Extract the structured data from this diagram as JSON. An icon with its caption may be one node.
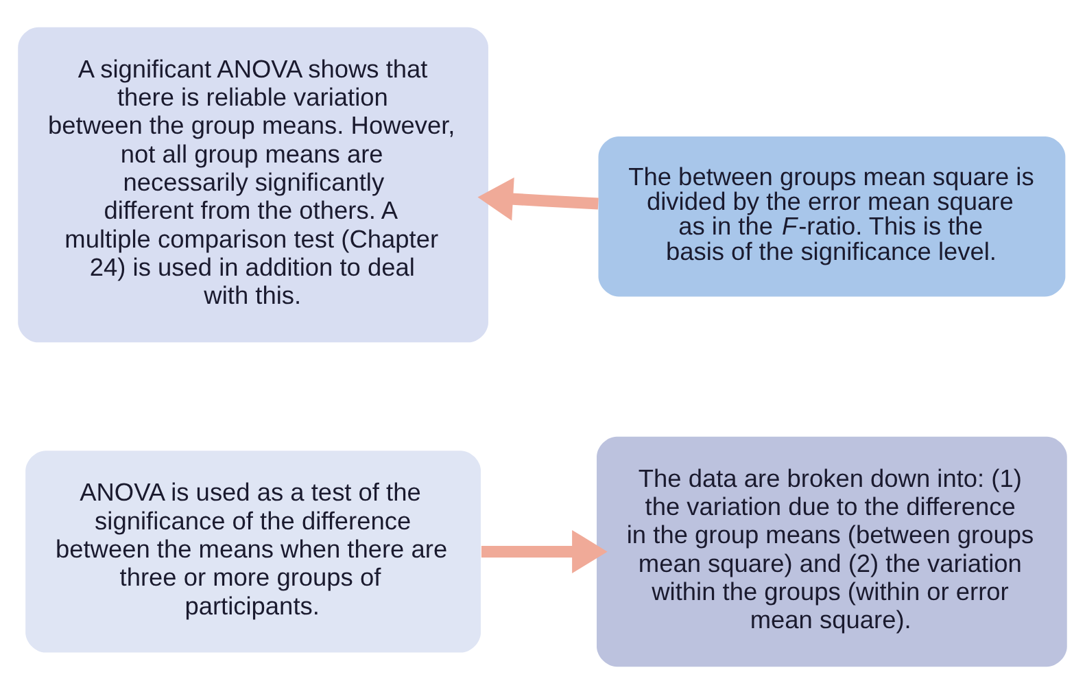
{
  "diagram": {
    "nodes": [
      {
        "text": [
          "ANOVA is used as a test of the significance of the difference between the means when there are three or more groups of participants."
        ]
      },
      {
        "text": [
          "The data are broken down into: (1) the variation due to the difference in the group means (between groups mean square) and (2) the variation within the groups (within or error mean square)."
        ]
      },
      {
        "text": [
          "A significant ANOVA shows that there is reliable variation between the group means. However, not all group means are necessarily significantly different from the others. A multiple comparison test (Chapter 24) is used in addition to deal with this."
        ]
      },
      {
        "text": [
          "The between groups mean square is divided by the error mean square as in the *F*-ratio. This is the basis of the significance level."
        ]
      }
    ],
    "edges": [
      {
        "from": 0,
        "to": 1,
        "arrow": "to"
      },
      {
        "from": 3,
        "to": 2,
        "arrow": "to"
      }
    ]
  }
}
